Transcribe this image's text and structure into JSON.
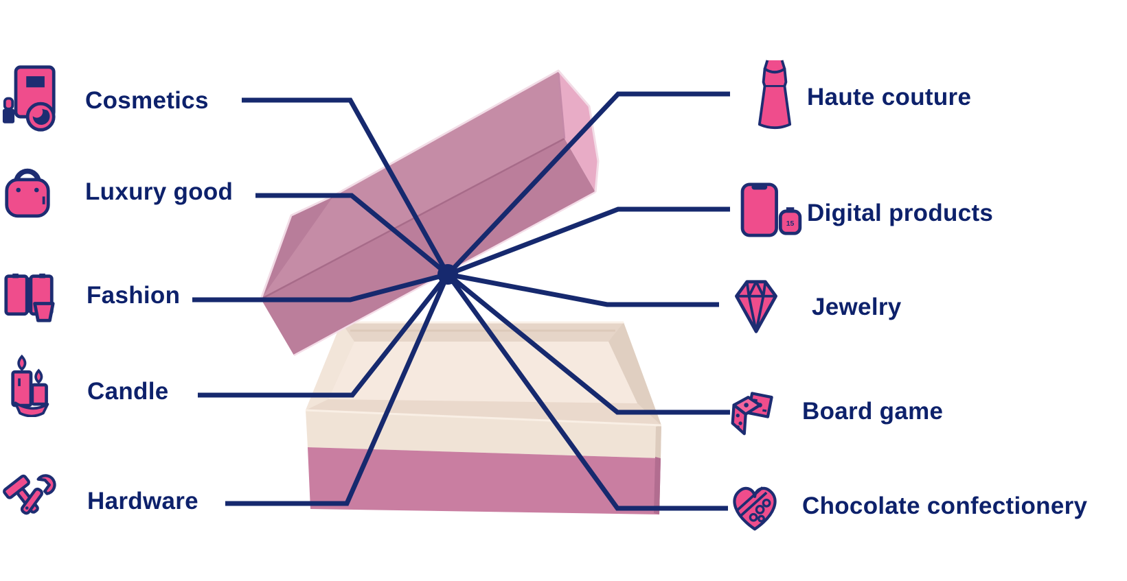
{
  "diagram": {
    "type": "labeled-infographic",
    "subject": "open-pink-gift-box",
    "left_items": [
      {
        "label": "Cosmetics",
        "icon": "cosmetics-icon"
      },
      {
        "label": "Luxury good",
        "icon": "luxury-good-icon"
      },
      {
        "label": "Fashion",
        "icon": "fashion-icon"
      },
      {
        "label": "Candle",
        "icon": "candle-icon"
      },
      {
        "label": "Hardware",
        "icon": "hardware-icon"
      }
    ],
    "right_items": [
      {
        "label": "Haute couture",
        "icon": "haute-couture-icon"
      },
      {
        "label": "Digital products",
        "icon": "digital-products-icon"
      },
      {
        "label": "Jewelry",
        "icon": "jewelry-icon"
      },
      {
        "label": "Board game",
        "icon": "board-game-icon"
      },
      {
        "label": "Chocolate confectionery",
        "icon": "chocolate-confectionery-icon"
      }
    ],
    "colors": {
      "label_text": "#0d216b",
      "leader_line": "#16296e",
      "icon_pink": "#ef4d8c",
      "icon_outline": "#1d2d72",
      "lid_pink": "#c58ca6",
      "lid_pink_light": "#e8acc6",
      "lid_pink_dark": "#b87f9b",
      "box_cream": "#f0e3d6",
      "box_cream_light": "#f6e9df",
      "box_pink_band": "#cc7ea0",
      "background": "#ffffff"
    }
  }
}
